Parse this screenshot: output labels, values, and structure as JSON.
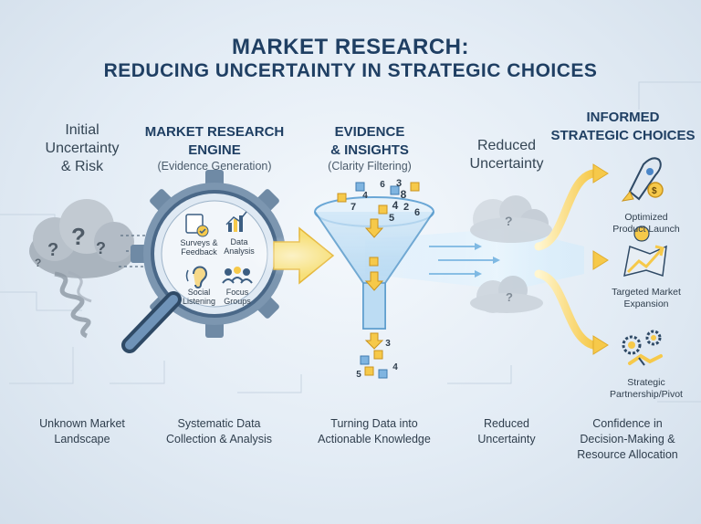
{
  "title": {
    "line1": "MARKET RESEARCH:",
    "line2": "REDUCING UNCERTAINTY IN STRATEGIC CHOICES"
  },
  "columns": {
    "initial": {
      "heading": "Initial\nUncertainty\n& Risk",
      "caption": "Unknown Market\nLandscape"
    },
    "engine": {
      "heading": "MARKET RESEARCH\nENGINE",
      "subheading": "(Evidence Generation)",
      "caption": "Systematic Data\nCollection & Analysis"
    },
    "evidence": {
      "heading": "EVIDENCE\n& INSIGHTS",
      "subheading": "(Clarity Filtering)",
      "caption": "Turning Data into\nActionable Knowledge"
    },
    "reduced": {
      "heading": "Reduced\nUncertainty",
      "caption": "Reduced\nUncertainty"
    },
    "informed": {
      "heading": "INFORMED\nSTRATEGIC CHOICES",
      "caption": "Confidence in\nDecision-Making &\nResource Allocation"
    }
  },
  "engine_methods": [
    {
      "label": "Surveys &\nFeedback",
      "icon": "clipboard-check-icon"
    },
    {
      "label": "Data\nAnalysis",
      "icon": "bar-chart-icon"
    },
    {
      "label": "Social\nListening",
      "icon": "ear-icon"
    },
    {
      "label": "Focus\nGroups",
      "icon": "people-group-icon"
    }
  ],
  "funnel_numbers": [
    "4",
    "6",
    "3",
    "8",
    "7",
    "4",
    "2",
    "5",
    "6",
    "3",
    "4",
    "5"
  ],
  "outcomes": [
    {
      "label": "Optimized\nProduct Launch",
      "icon": "rocket-icon"
    },
    {
      "label": "Targeted Market\nExpansion",
      "icon": "map-pin-growth-icon"
    },
    {
      "label": "Strategic\nPartnership/Pivot",
      "icon": "gears-handshake-icon"
    }
  ],
  "colors": {
    "title": "#1f3f63",
    "accent_blue": "#4a86c8",
    "accent_yellow": "#f6c94a",
    "cloud_grey": "#9aa6b2"
  }
}
